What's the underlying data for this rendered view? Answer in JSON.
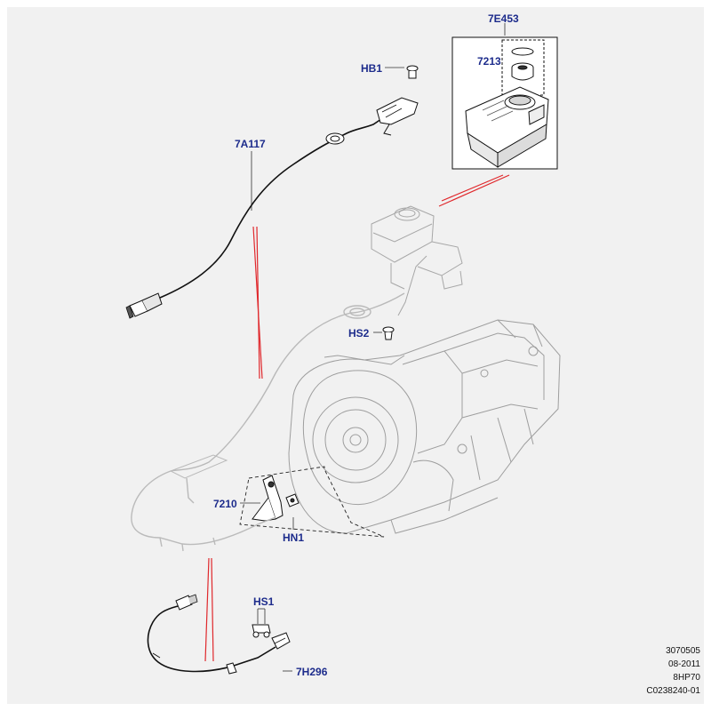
{
  "callouts": {
    "c7E453": "7E453",
    "c7213": "7213",
    "cHB1": "HB1",
    "c7A117": "7A117",
    "cHS2": "HS2",
    "c7210": "7210",
    "cHN1": "HN1",
    "cHS1": "HS1",
    "c7H296": "7H296"
  },
  "meta": {
    "line1": "3070505",
    "line2": "08-2011",
    "line3": "8HP70",
    "line4": "C0238240-01"
  },
  "colors": {
    "panel": "#f1f1f1",
    "callout_text": "#1d2c8c",
    "guide_line": "#e0282c",
    "part_line": "#111111",
    "ghost_line": "#b9b9b9"
  }
}
